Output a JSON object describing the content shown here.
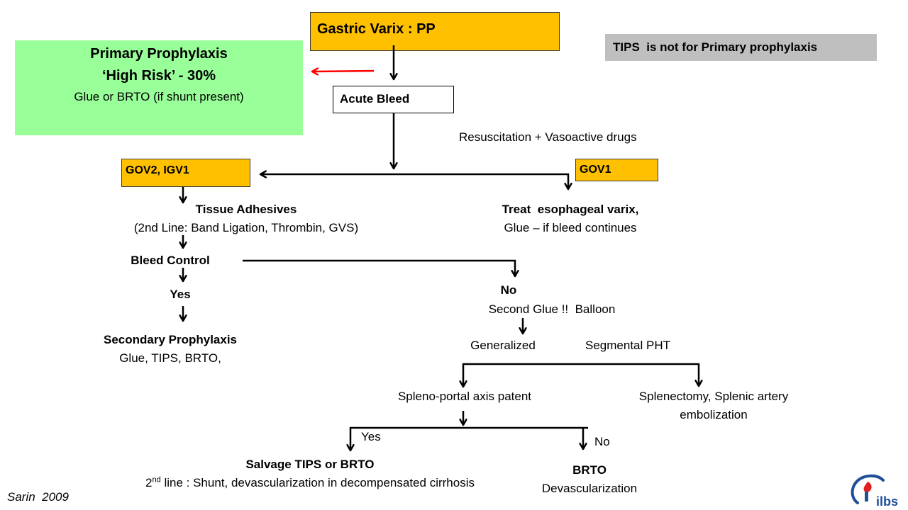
{
  "colors": {
    "orange_box": "#FFC000",
    "green_box": "#99FF99",
    "gray_box": "#BFBFBF",
    "red_arrow": "#FF0000",
    "logo_blue": "#1F4E9A",
    "logo_red": "#E02020"
  },
  "root": {
    "label": "Gastric Varix : PP"
  },
  "primary_prophylaxis": {
    "title": "Primary Prophylaxis",
    "risk": "‘High Risk’ - 30%",
    "treatment": "Glue or BRTO (if shunt present)"
  },
  "note": "TIPS  is not for Primary prophylaxis",
  "acute_bleed": "Acute Bleed",
  "resuscitation": "Resuscitation + Vasoactive drugs",
  "left_branch": {
    "box": "GOV2, IGV1",
    "treatment_title": "Tissue Adhesives",
    "second_line": "(2nd Line: Band Ligation, Thrombin, GVS)",
    "bleed_control": "Bleed Control",
    "yes": "Yes",
    "secondary_title": "Secondary Prophylaxis",
    "secondary_options": "Glue, TIPS, BRTO,"
  },
  "right_branch": {
    "box": "GOV1",
    "treat_title": "Treat  esophageal varix,",
    "treat_note": "Glue – if bleed continues"
  },
  "failure_branch": {
    "no": "No",
    "second_glue": "Second Glue !!  Balloon",
    "generalized": "Generalized",
    "segmental": "Segmental PHT",
    "spleno_portal": "Spleno-portal axis patent",
    "splenectomy_line1": "Splenectomy, Splenic artery",
    "splenectomy_line2": "embolization",
    "patent_yes": "Yes",
    "patent_no": "No",
    "salvage_title": "Salvage TIPS or BRTO",
    "salvage_line_num": "2",
    "salvage_line_sup": "nd",
    "salvage_line_rest": " line : Shunt, devascularization in decompensated cirrhosis",
    "brto": "BRTO",
    "devascularization": "Devascularization"
  },
  "citation": "Sarin  2009",
  "logo": {
    "text": "ilbs"
  }
}
